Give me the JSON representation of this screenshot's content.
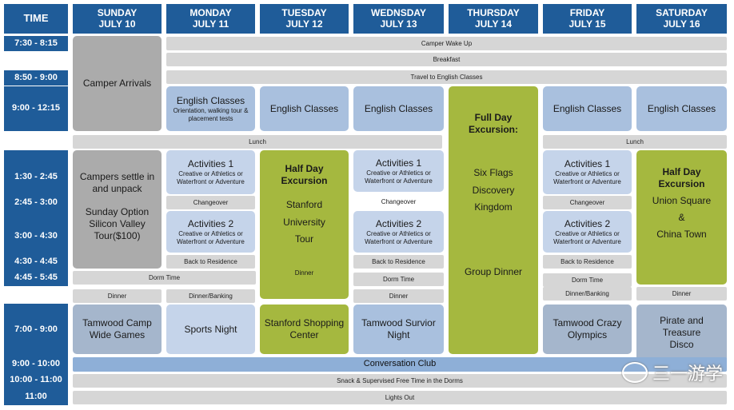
{
  "header": {
    "time": "TIME",
    "days": [
      {
        "name": "SUNDAY",
        "date": "JULY 10"
      },
      {
        "name": "MONDAY",
        "date": "JULY 11"
      },
      {
        "name": "TUESDAY",
        "date": "JULY 12"
      },
      {
        "name": "WEDNSDAY",
        "date": "JULY 13"
      },
      {
        "name": "THURSDAY",
        "date": "JULY 14"
      },
      {
        "name": "FRIDAY",
        "date": "JULY 15"
      },
      {
        "name": "SATURDAY",
        "date": "JULY 16"
      }
    ]
  },
  "times": [
    "7:30 - 8:15",
    "8:50 - 9:00",
    "9:00 - 12:15",
    "1:30 - 2:45",
    "2:45 - 3:00",
    "3:00 - 4:30",
    "4:30 - 4:45",
    "4:45 - 5:45",
    "7:00 - 9:00",
    "9:00 - 10:00",
    "10:00 - 11:00",
    "11:00"
  ],
  "common": {
    "wake": "Camper Wake Up",
    "breakfast": "Breakfast",
    "travel": "Travel to English Classes",
    "lunch": "Lunch",
    "dorm_time": "Dorm Time",
    "dinner": "Dinner",
    "dinner_banking": "Dinner/Banking",
    "conversation": "Conversation Club",
    "snack": "Snack & Supervised Free Time in the Dorms",
    "lights": "Lights Out"
  },
  "sunday": {
    "arrivals": "Camper Arrivals",
    "settle": "Campers settle in and unpack",
    "option": "Sunday Option Silicon Valley Tour($100)",
    "evening": "Tamwood Camp Wide Games"
  },
  "monday": {
    "english_title": "English Classes",
    "english_sub": "Orientation, walking tour & placement tests",
    "act1": "Activities 1",
    "act_sub": "Creative or Athletics or Waterfront or Adventure",
    "changeover": "Changeover",
    "act2": "Activities 2",
    "back": "Back to Residence",
    "evening": "Sports Night"
  },
  "tuesday": {
    "english": "English Classes",
    "half_title": "Half Day Excursion",
    "place": "Stanford University Tour",
    "dinner": "Dinner",
    "evening": "Stanford Shopping Center"
  },
  "wednesday": {
    "english": "English Classes",
    "act1": "Activities 1",
    "act_sub": "Creative or Athletics or Waterfront or Adventure",
    "changeover": "Changeover",
    "act2": "Activities 2",
    "back": "Back to Residence",
    "evening": "Tamwood Survior Night"
  },
  "thursday": {
    "title": "Full Day Excursion:",
    "place": "Six Flags Discovery Kingdom",
    "dinner": "Group Dinner"
  },
  "friday": {
    "english": "English Classes",
    "act1": "Activities 1",
    "act_sub": "Creative or Athletics or Waterfront or Adventure",
    "changeover": "Changeover",
    "act2": "Activities 2",
    "back": "Back to Residence",
    "evening": "Tamwood Crazy Olympics"
  },
  "saturday": {
    "english": "English Classes",
    "half_title": "Half Day Excursion",
    "place1": "Union Square",
    "amp": "&",
    "place2": "China Town",
    "evening": "Pirate and Treasure Disco"
  },
  "watermark": "三一游学",
  "colors": {
    "header": "#1f5c99",
    "gray_bar": "#d6d6d6",
    "blue_box": "#a9c0de",
    "green_box": "#a5b83f",
    "conversation": "#8eafd7"
  }
}
